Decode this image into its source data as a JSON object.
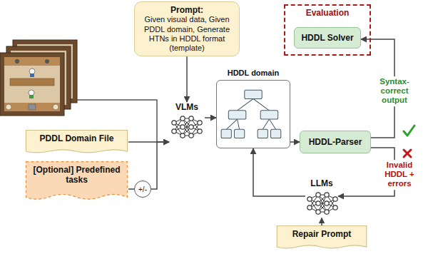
{
  "diagram": {
    "nodes": [
      {
        "text": [
          "Prompt:",
          "Given visual data, Given PDDL domain, Generate HTNs in HDDL format (template)"
        ]
      },
      {
        "text": [
          "Evaluation"
        ]
      },
      {
        "text": [
          "HDDL Solver"
        ],
        "in": 1
      },
      {
        "text": [
          "VLMs"
        ]
      },
      {
        "text": [
          "HDDL domain"
        ]
      },
      {
        "text": [
          "PDDL Domain File"
        ]
      },
      {
        "text": [
          "HDDL-Parser"
        ]
      },
      {
        "text": [
          "[Optional] Predefined tasks"
        ]
      },
      {
        "text": [
          "+/-"
        ]
      },
      {
        "text": [
          "LLMs"
        ]
      },
      {
        "text": [
          "Repair Prompt"
        ]
      }
    ],
    "edges": [
      {
        "from": 0,
        "to": 3,
        "arrow": "to"
      },
      {
        "from": 5,
        "to": 3,
        "arrow": "to"
      },
      {
        "from": 8,
        "to": 3,
        "arrow": "to"
      },
      {
        "from": 7,
        "to": 8,
        "arrow": "none"
      },
      {
        "from": 3,
        "to": 4,
        "arrow": "to"
      },
      {
        "from": 4,
        "to": 6,
        "arrow": "to"
      },
      {
        "from": 6,
        "to": 2,
        "label": "Syntax-correct output",
        "arrow": "to"
      },
      {
        "from": 6,
        "to": 9,
        "label": "Invalid HDDL + errors",
        "arrow": "to"
      },
      {
        "from": 10,
        "to": 9,
        "arrow": "to"
      },
      {
        "from": 9,
        "to": 4,
        "arrow": "to"
      }
    ]
  }
}
